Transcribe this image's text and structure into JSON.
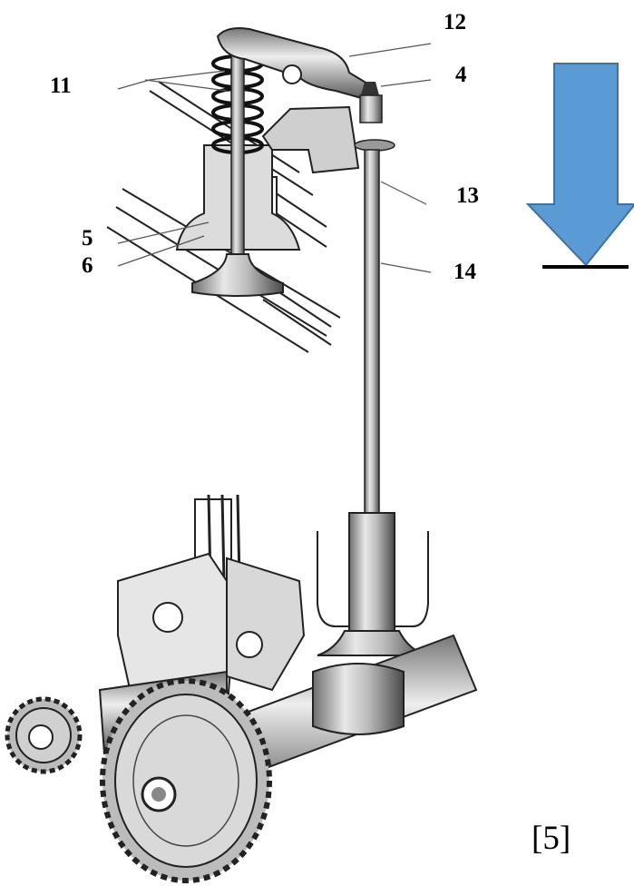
{
  "labels": {
    "l11": "11",
    "l12": "12",
    "l4": "4",
    "l13": "13",
    "l5": "5",
    "l6": "6",
    "l14": "14"
  },
  "reference": "[5]",
  "icons": {
    "direction": "arrow-down-icon"
  },
  "colors": {
    "arrow_fill": "#5b9bd5",
    "arrow_stroke": "#41719c",
    "ink": "#000000"
  }
}
